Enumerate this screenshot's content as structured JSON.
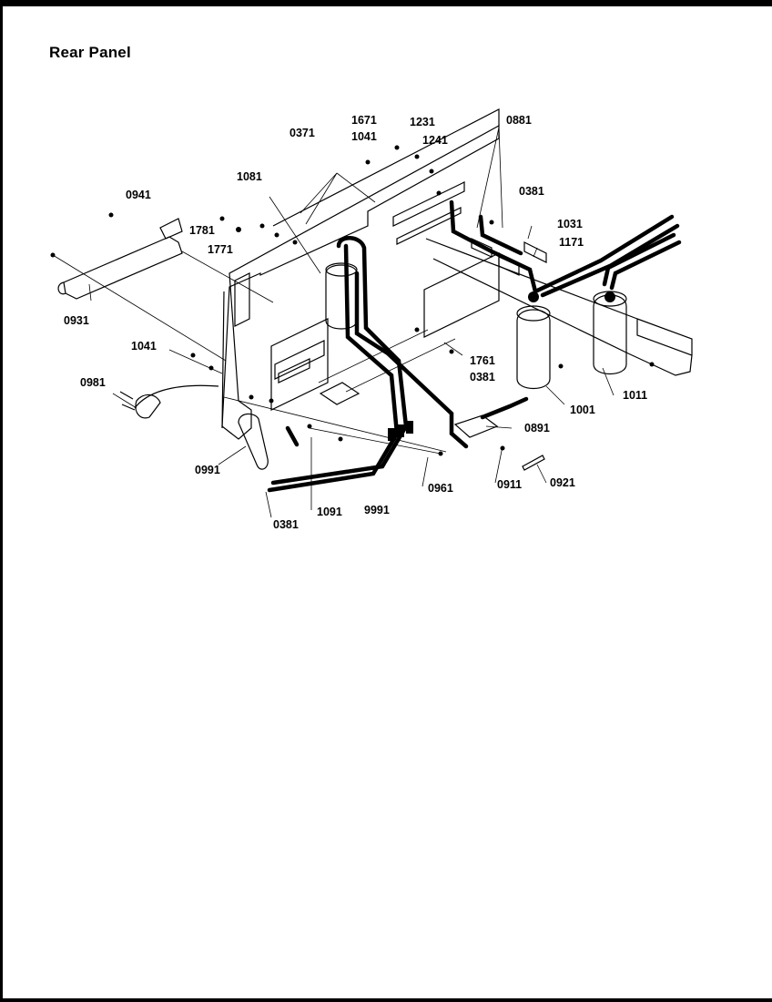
{
  "title": "Rear Panel",
  "part_numbers": {
    "p0371": "0371",
    "p1671": "1671",
    "p1231": "1231",
    "p1041_top": "1041",
    "p1241": "1241",
    "p0881": "0881",
    "p1081": "1081",
    "p0381_top": "0381",
    "p0941": "0941",
    "p1781": "1781",
    "p1771": "1771",
    "p1031": "1031",
    "p1171": "1171",
    "p0931": "0931",
    "p1041_left": "1041",
    "p1761": "1761",
    "p0381_mid": "0381",
    "p0981": "0981",
    "p1001": "1001",
    "p1011": "1011",
    "p0891": "0891",
    "p0991": "0991",
    "p0961": "0961",
    "p0911": "0911",
    "p0921": "0921",
    "p0381_bottom": "0381",
    "p1091": "1091",
    "p9991": "9991"
  }
}
